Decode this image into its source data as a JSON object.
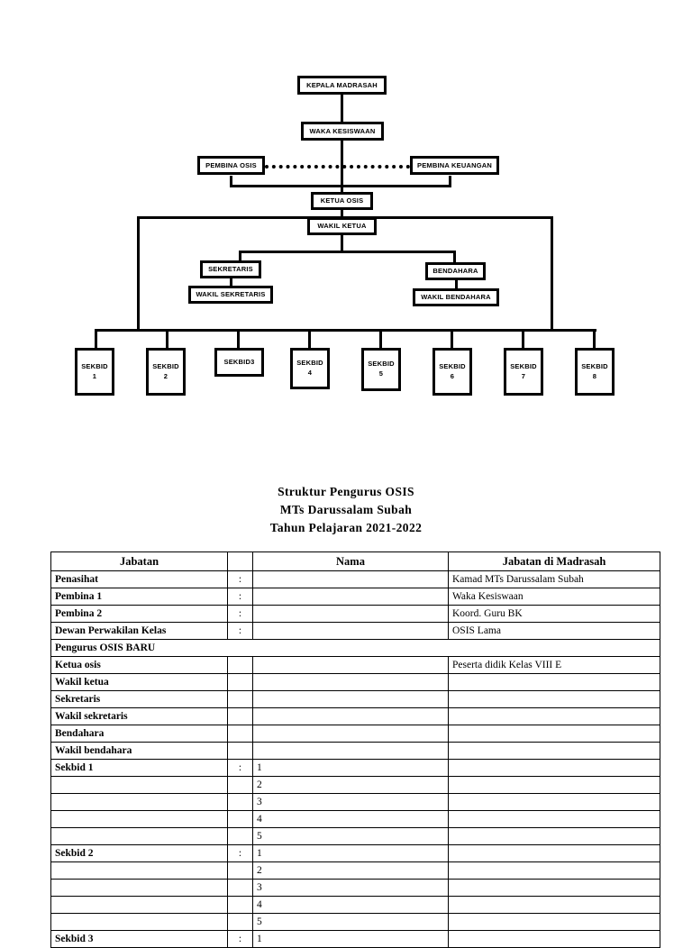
{
  "document": {
    "title_lines": [
      "Struktur Pengurus OSIS",
      "MTs Darussalam Subah",
      "Tahun Pelajaran 2021-2022"
    ]
  },
  "org_chart": {
    "nodes": {
      "kepala_madrasah": "KEPALA MADRASAH",
      "waka_kesiswaan": "WAKA KESISWAAN",
      "pembina_osis": "PEMBINA OSIS",
      "pembina_keuangan": "PEMBINA KEUANGAN",
      "ketua_osis": "KETUA OSIS",
      "wakil_ketua": "WAKIL KETUA",
      "sekretaris": "SEKRETARIS",
      "wakil_sekretaris": "WAKIL SEKRETARIS",
      "bendahara": "BENDAHARA",
      "wakil_bendahara": "WAKIL BENDAHARA"
    },
    "sekbid": [
      {
        "line1": "SEKBID",
        "line2": "1"
      },
      {
        "line1": "SEKBID",
        "line2": "2"
      },
      {
        "line1": "SEKBID3",
        "line2": ""
      },
      {
        "line1": "SEKBID",
        "line2": "4"
      },
      {
        "line1": "SEKBID",
        "line2": "5"
      },
      {
        "line1": "SEKBID",
        "line2": "6"
      },
      {
        "line1": "SEKBID",
        "line2": "7"
      },
      {
        "line1": "SEKBID",
        "line2": "8"
      }
    ]
  },
  "table": {
    "headers": [
      "Jabatan",
      "",
      "Nama",
      "Jabatan di Madrasah"
    ],
    "rows": [
      {
        "jabatan": "Penasihat",
        "colon": ":",
        "nama": "",
        "madrasah": "Kamad MTs Darussalam Subah",
        "bold": true
      },
      {
        "jabatan": "Pembina 1",
        "colon": ":",
        "nama": "",
        "madrasah": "Waka Kesiswaan",
        "bold": true
      },
      {
        "jabatan": "Pembina 2",
        "colon": ":",
        "nama": "",
        "madrasah": "Koord. Guru BK",
        "bold": true
      },
      {
        "jabatan": "Dewan Perwakilan Kelas",
        "colon": ":",
        "nama": "",
        "madrasah": "OSIS Lama",
        "bold": true
      },
      {
        "jabatan": "Pengurus OSIS BARU",
        "section": true
      },
      {
        "jabatan": "Ketua osis",
        "colon": "",
        "nama": "",
        "madrasah": "Peserta didik Kelas VIII E",
        "bold": true
      },
      {
        "jabatan": "Wakil ketua",
        "colon": "",
        "nama": "",
        "madrasah": "",
        "bold": true
      },
      {
        "jabatan": "Sekretaris",
        "colon": "",
        "nama": "",
        "madrasah": "",
        "bold": true
      },
      {
        "jabatan": "Wakil sekretaris",
        "colon": "",
        "nama": "",
        "madrasah": "",
        "bold": true
      },
      {
        "jabatan": "Bendahara",
        "colon": "",
        "nama": "",
        "madrasah": "",
        "bold": true
      },
      {
        "jabatan": "Wakil bendahara",
        "colon": "",
        "nama": "",
        "madrasah": "",
        "bold": true
      },
      {
        "jabatan": "Sekbid 1",
        "colon": ":",
        "nama": "1",
        "madrasah": "",
        "bold": true
      },
      {
        "jabatan": "",
        "colon": "",
        "nama": "2",
        "madrasah": ""
      },
      {
        "jabatan": "",
        "colon": "",
        "nama": "3",
        "madrasah": ""
      },
      {
        "jabatan": "",
        "colon": "",
        "nama": "4",
        "madrasah": ""
      },
      {
        "jabatan": "",
        "colon": "",
        "nama": "5",
        "madrasah": ""
      },
      {
        "jabatan": "Sekbid 2",
        "colon": ":",
        "nama": "1",
        "madrasah": "",
        "bold": true
      },
      {
        "jabatan": "",
        "colon": "",
        "nama": "2",
        "madrasah": ""
      },
      {
        "jabatan": "",
        "colon": "",
        "nama": "3",
        "madrasah": ""
      },
      {
        "jabatan": "",
        "colon": "",
        "nama": "4",
        "madrasah": ""
      },
      {
        "jabatan": "",
        "colon": "",
        "nama": "5",
        "madrasah": ""
      },
      {
        "jabatan": "Sekbid 3",
        "colon": ":",
        "nama": "1",
        "madrasah": "",
        "bold": true
      }
    ]
  },
  "colors": {
    "ink": "#000000",
    "paper": "#ffffff"
  }
}
